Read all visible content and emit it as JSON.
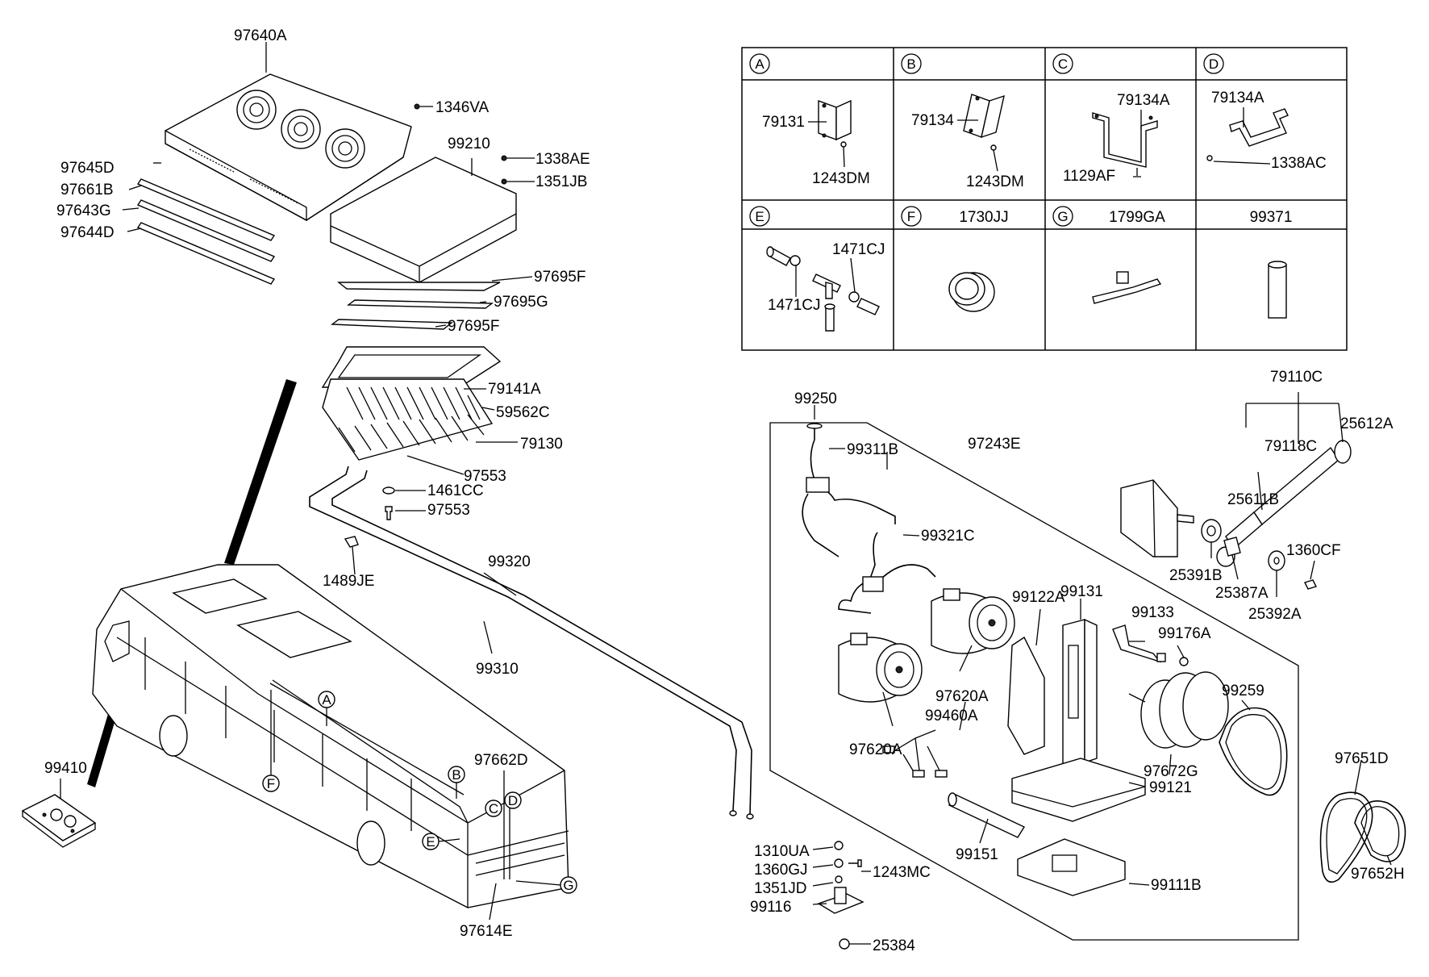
{
  "table": {
    "headers": [
      {
        "letter": "A",
        "part": ""
      },
      {
        "letter": "B",
        "part": ""
      },
      {
        "letter": "C",
        "part": ""
      },
      {
        "letter": "D",
        "part": ""
      },
      {
        "letter": "E",
        "part": ""
      },
      {
        "letter": "F",
        "part": "1730JJ"
      },
      {
        "letter": "G",
        "part": "1799GA"
      },
      {
        "letter": "",
        "part": "99371"
      }
    ],
    "cellA": [
      "79131",
      "1243DM"
    ],
    "cellB": [
      "79134",
      "1243DM"
    ],
    "cellC": [
      "79134A",
      "1129AF"
    ],
    "cellD": [
      "79134A",
      "1338AC"
    ],
    "cellE": [
      "1471CJ",
      "1471CJ"
    ]
  },
  "labels": {
    "l_97640A": "97640A",
    "l_1346VA": "1346VA",
    "l_99210": "99210",
    "l_1338AE": "1338AE",
    "l_1351JB": "1351JB",
    "l_97645D": "97645D",
    "l_97661B": "97661B",
    "l_97643G": "97643G",
    "l_97644D": "97644D",
    "l_97695F_1": "97695F",
    "l_97695G": "97695G",
    "l_97695F_2": "97695F",
    "l_79141A": "79141A",
    "l_59562C": "59562C",
    "l_79130": "79130",
    "l_97553_1": "97553",
    "l_1461CC": "1461CC",
    "l_97553_2": "97553",
    "l_1489JE": "1489JE",
    "l_99320": "99320",
    "l_99310": "99310",
    "l_99410": "99410",
    "l_97662D": "97662D",
    "l_97614E": "97614E",
    "l_99250": "99250",
    "l_99311B": "99311B",
    "l_97243E": "97243E",
    "l_99321C": "99321C",
    "l_79110C": "79110C",
    "l_25612A": "25612A",
    "l_79118C": "79118C",
    "l_25611B": "25611B",
    "l_1360CF": "1360CF",
    "l_25391B": "25391B",
    "l_25387A": "25387A",
    "l_25392A": "25392A",
    "l_99122A": "99122A",
    "l_99131": "99131",
    "l_99133": "99133",
    "l_99176A": "99176A",
    "l_97620A_1": "97620A",
    "l_99460A": "99460A",
    "l_97620A_2": "97620A",
    "l_99259": "99259",
    "l_97672G": "97672G",
    "l_99121": "99121",
    "l_97651D": "97651D",
    "l_99151": "99151",
    "l_99111B": "99111B",
    "l_97652H": "97652H",
    "l_1310UA": "1310UA",
    "l_1360GJ": "1360GJ",
    "l_1243MC": "1243MC",
    "l_1351JD": "1351JD",
    "l_99116": "99116",
    "l_25384": "25384"
  },
  "callouts": {
    "A": "A",
    "B": "B",
    "C": "C",
    "D": "D",
    "E": "E",
    "F": "F",
    "G": "G"
  }
}
